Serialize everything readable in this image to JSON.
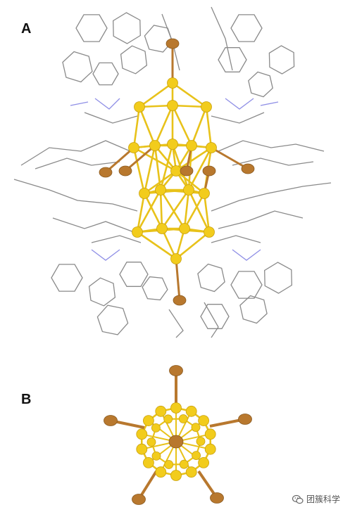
{
  "labels": {
    "panel_a": "A",
    "panel_b": "B"
  },
  "watermark": {
    "text": "团簇科学",
    "icon": "wechat-icon"
  },
  "colors": {
    "gold_atom": "#f2cc1c",
    "gold_bond": "#e8c21a",
    "halide_atom": "#b8782e",
    "ligand_carbon": "#8a8a8a",
    "ligand_nitrogen": "#8f8fe6"
  }
}
